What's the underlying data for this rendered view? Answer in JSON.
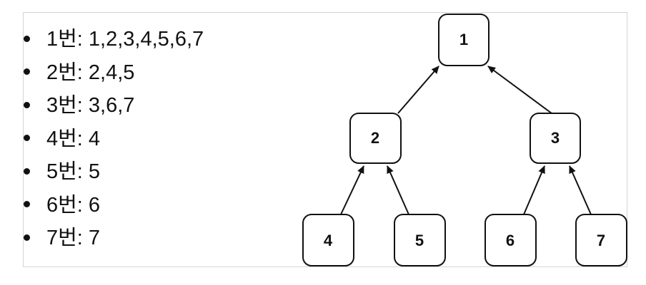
{
  "list": {
    "items": [
      "1번: 1,2,3,4,5,6,7",
      "2번: 2,4,5",
      "3번: 3,6,7",
      "4번: 4",
      "5번: 5",
      "6번: 6",
      "7번: 7"
    ]
  },
  "tree": {
    "nodes": {
      "n1": "1",
      "n2": "2",
      "n3": "3",
      "n4": "4",
      "n5": "5",
      "n6": "6",
      "n7": "7"
    },
    "edges": [
      {
        "from": "n2",
        "to": "n1"
      },
      {
        "from": "n3",
        "to": "n1"
      },
      {
        "from": "n4",
        "to": "n2"
      },
      {
        "from": "n5",
        "to": "n2"
      },
      {
        "from": "n6",
        "to": "n3"
      },
      {
        "from": "n7",
        "to": "n3"
      }
    ]
  }
}
